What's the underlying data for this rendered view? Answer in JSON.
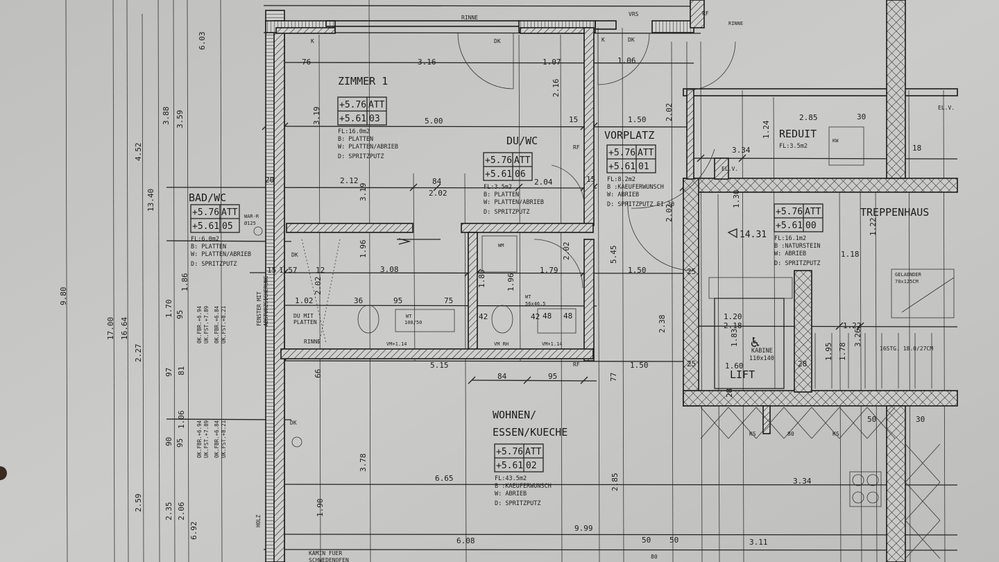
{
  "colors": {
    "paper": "#c4c4c2",
    "ink": "#1c1c1c"
  },
  "rooms": [
    {
      "id": "zimmer",
      "name": "ZIMMER 1",
      "elev_top": "+5.76",
      "att": "ATT",
      "elev_bottom": "+5.61",
      "number": "03",
      "area": "FL:16.0m2",
      "floor": "B: PLATTEN",
      "wall": "W: PLATTEN/ABRIEB",
      "ceiling": "D: SPRITZPUTZ"
    },
    {
      "id": "duwc",
      "name": "DU/WC",
      "elev_top": "+5.76",
      "att": "ATT",
      "elev_bottom": "+5.61",
      "number": "06",
      "area": "FL:3.5m2",
      "floor": "B: PLATTEN",
      "wall": "W: PLATTEN/ABRIEB",
      "ceiling": "D: SPRITZPUTZ"
    },
    {
      "id": "vorplatz",
      "name": "VORPLATZ",
      "elev_top": "+5.76",
      "att": "ATT",
      "elev_bottom": "+5.61",
      "number": "01",
      "area": "FL:8.2m2",
      "floor": "B :KAEUFERWUNSCH",
      "wall": "W: ABRIEB",
      "ceiling": "D: SPRITZPUTZ  EI 30"
    },
    {
      "id": "badwc",
      "name": "BAD/WC",
      "elev_top": "+5.76",
      "att": "ATT",
      "elev_bottom": "+5.61",
      "number": "05",
      "area": "FL:6.0m2",
      "floor": "B: PLATTEN",
      "wall": "W: PLATTEN/ABRIEB",
      "ceiling": "D: SPRITZPUTZ"
    },
    {
      "id": "treppenhaus",
      "name": "TREPPENHAUS",
      "elev_top": "+5.76",
      "att": "ATT",
      "elev_bottom": "+5.61",
      "number": "00",
      "area": "FL:16.1m2",
      "floor": "B :NATURSTEIN",
      "wall": "W: ABRIEB",
      "ceiling": "D: SPRITZPUTZ"
    },
    {
      "id": "wohnen",
      "name": "WOHNEN/",
      "name2": "ESSEN/KUECHE",
      "elev_top": "+5.76",
      "att": "ATT",
      "elev_bottom": "+5.61",
      "number": "02",
      "area": "FL:43.5m2",
      "floor": "B :KAEUFERWUNSCH",
      "wall": "W: ABRIEB",
      "ceiling": "D: SPRITZPUTZ"
    }
  ],
  "reduit": {
    "name": "REDUIT",
    "area": "FL:3.5m2"
  },
  "lift": {
    "name": "LIFT",
    "cabin": "KABINE",
    "cabin_size": "110x140"
  },
  "labels": {
    "rinne1": "RINNE",
    "rinne2": "RINNE",
    "rinne3": "RINNE",
    "dk1": "DK",
    "dk2": "DK",
    "dk3": "DK",
    "dk4": "DK",
    "k1": "K",
    "k2": "K",
    "vrs": "VRS",
    "rf1": "RF",
    "rf2": "RF",
    "rf3": "RF",
    "elv1": "EL.V.",
    "elv2": "EL.V.",
    "kw": "KW",
    "wm": "WM",
    "wt1": "WT",
    "wt1_size": "100/50",
    "wt2": "WT",
    "wt2_size": "56x46.5",
    "du1": "DU MIT",
    "du2": "PLATTEN",
    "fenster1": "FENSTER MIT",
    "fenster2": "ABSTURZSICHERUNG",
    "war1": "WAR-R",
    "war2": "Ø125",
    "kamin1": "KAMIN FUER",
    "kamin2": "SCHWEDENOFEN",
    "gel1": "GELAENDER",
    "gel2": "70x125CM",
    "stairs": "16STG. 18.0/27CM",
    "vm1": "VM+1.14",
    "vm2": "VM RH",
    "vm3": "VM+1.14",
    "ks1": "KS",
    "ks2": "KS",
    "b80a": "80",
    "b80b": "80",
    "holz": "HOLZ",
    "level": "14.31",
    "ok1a": "OK.FBR.+6.94",
    "ok1b": "UK.FST.+7.89",
    "ok2a": "OK.FBR.+6.84",
    "ok2b": "UK.FST.+8.21",
    "ok3a": "OK.FBR.+6.94",
    "ok3b": "UK.FST.+7.89",
    "ok4a": "OK.FBR.+6.84",
    "ok4b": "UK.FST.+8.21"
  },
  "dimensions": [
    "9.80",
    "17.00",
    "16.64",
    "13.40",
    "3.88",
    "3.59",
    "1.86",
    "1.70",
    "95",
    "97",
    "81",
    "1.06",
    "90",
    "95",
    "2.35",
    "2.06",
    "6.92",
    "4.52",
    "2.27",
    "2.59",
    "6.03",
    "3.16",
    "1.07",
    "1.06",
    "5.00",
    "2.12",
    "2.02",
    "84",
    "2.04",
    "3.19",
    "3.19",
    "2.16",
    "1.50",
    "2.02",
    "3.34",
    "2.85",
    "1.24",
    "1.30",
    "5.45",
    "1.50",
    "1.96",
    "3.08",
    "1.79",
    "2.02",
    "1.96",
    "95",
    "75",
    "5.15",
    "84",
    "95",
    "1.50",
    "2.38",
    "1.83",
    "1.60",
    "3.26",
    "2.18",
    "1.20",
    "1.22",
    "3.78",
    "6.65",
    "2.85",
    "3.34",
    "9.99",
    "6.08",
    "77",
    "1.02",
    "1.90",
    "3.11",
    "66",
    "76",
    "15",
    "15",
    "12",
    "20",
    "25",
    "25",
    "28",
    "28",
    "36",
    "42",
    "42",
    "48",
    "48",
    "50",
    "30",
    "50",
    "50",
    "30",
    "18",
    "15",
    "1.57",
    "1.18",
    "1.22",
    "1.95",
    "1.78",
    "1.86",
    "2.02",
    "2.02"
  ]
}
